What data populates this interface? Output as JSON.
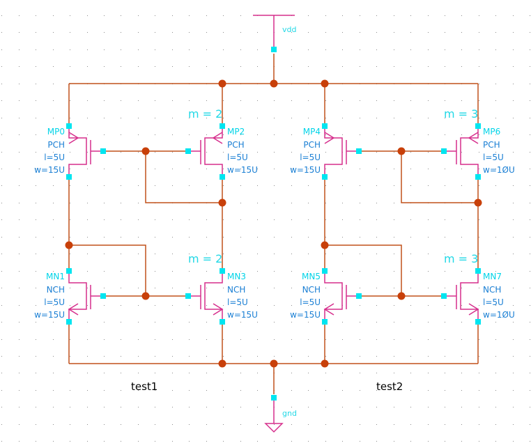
{
  "colors": {
    "wire": "#c0501a",
    "device": "#d62e8c",
    "pin": "#00e5f0",
    "junction": "#c8400a",
    "grid": "#8a8a8a",
    "instance_text": "#00d4e8",
    "param_text": "#1a7fd4",
    "title_text": "#000000"
  },
  "nets": {
    "vdd": "vdd",
    "gnd": "gnd"
  },
  "groups": [
    {
      "id": "test1",
      "label": "test1"
    },
    {
      "id": "test2",
      "label": "test2"
    }
  ],
  "devices": [
    {
      "id": "MP0",
      "name": "MP0",
      "model": "PCH",
      "l": "l=5U",
      "w": "w=15U",
      "type": "pmos",
      "multiplier": null
    },
    {
      "id": "MP2",
      "name": "MP2",
      "model": "PCH",
      "l": "l=5U",
      "w": "w=15U",
      "type": "pmos",
      "multiplier": "m = 2"
    },
    {
      "id": "MN1",
      "name": "MN1",
      "model": "NCH",
      "l": "l=5U",
      "w": "w=15U",
      "type": "nmos",
      "multiplier": null
    },
    {
      "id": "MN3",
      "name": "MN3",
      "model": "NCH",
      "l": "l=5U",
      "w": "w=15U",
      "type": "nmos",
      "multiplier": "m = 2"
    },
    {
      "id": "MP4",
      "name": "MP4",
      "model": "PCH",
      "l": "l=5U",
      "w": "w=15U",
      "type": "pmos",
      "multiplier": null
    },
    {
      "id": "MP6",
      "name": "MP6",
      "model": "PCH",
      "l": "l=5U",
      "w": "w=1ØU",
      "type": "pmos",
      "multiplier": "m = 3"
    },
    {
      "id": "MN5",
      "name": "MN5",
      "model": "NCH",
      "l": "l=5U",
      "w": "w=15U",
      "type": "nmos",
      "multiplier": null
    },
    {
      "id": "MN7",
      "name": "MN7",
      "model": "NCH",
      "l": "l=5U",
      "w": "w=1ØU",
      "type": "nmos",
      "multiplier": "m = 3"
    }
  ]
}
